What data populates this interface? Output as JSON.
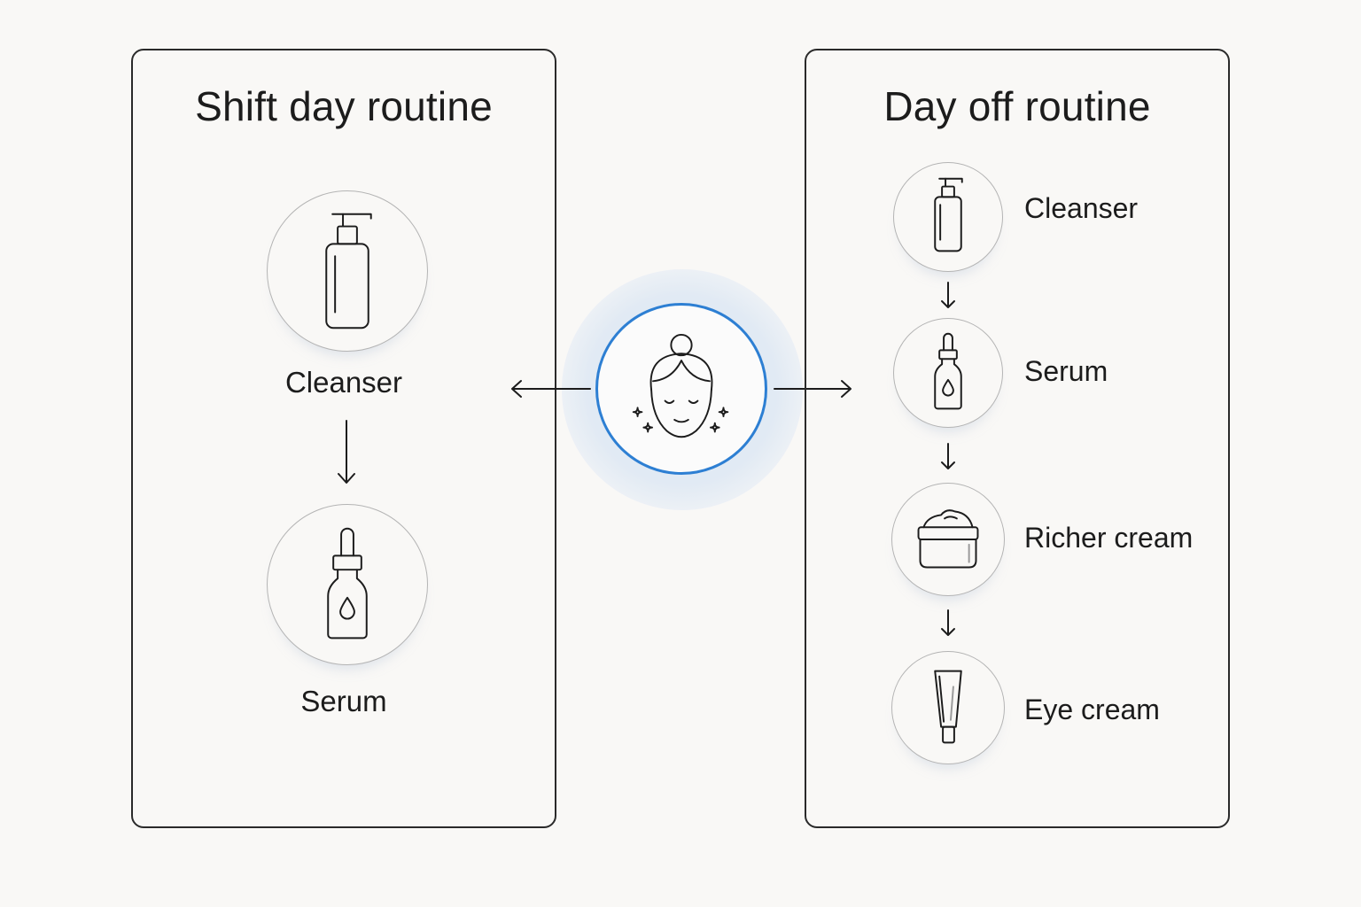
{
  "left_panel": {
    "title": "Shift day routine",
    "steps": [
      {
        "label": "Cleanser",
        "icon": "pump-bottle-icon"
      },
      {
        "label": "Serum",
        "icon": "dropper-bottle-icon"
      }
    ]
  },
  "right_panel": {
    "title": "Day off routine",
    "steps": [
      {
        "label": "Cleanser",
        "icon": "pump-bottle-icon"
      },
      {
        "label": "Serum",
        "icon": "dropper-bottle-icon"
      },
      {
        "label": "Richer cream",
        "icon": "cream-jar-icon"
      },
      {
        "label": "Eye cream",
        "icon": "eye-cream-tube-icon"
      }
    ]
  },
  "center": {
    "icon": "face-sparkle-icon"
  },
  "colors": {
    "accent": "#2d7fd3",
    "line": "#1c1c1c",
    "circle_border": "#b4b4b4",
    "background": "#f9f8f6"
  }
}
